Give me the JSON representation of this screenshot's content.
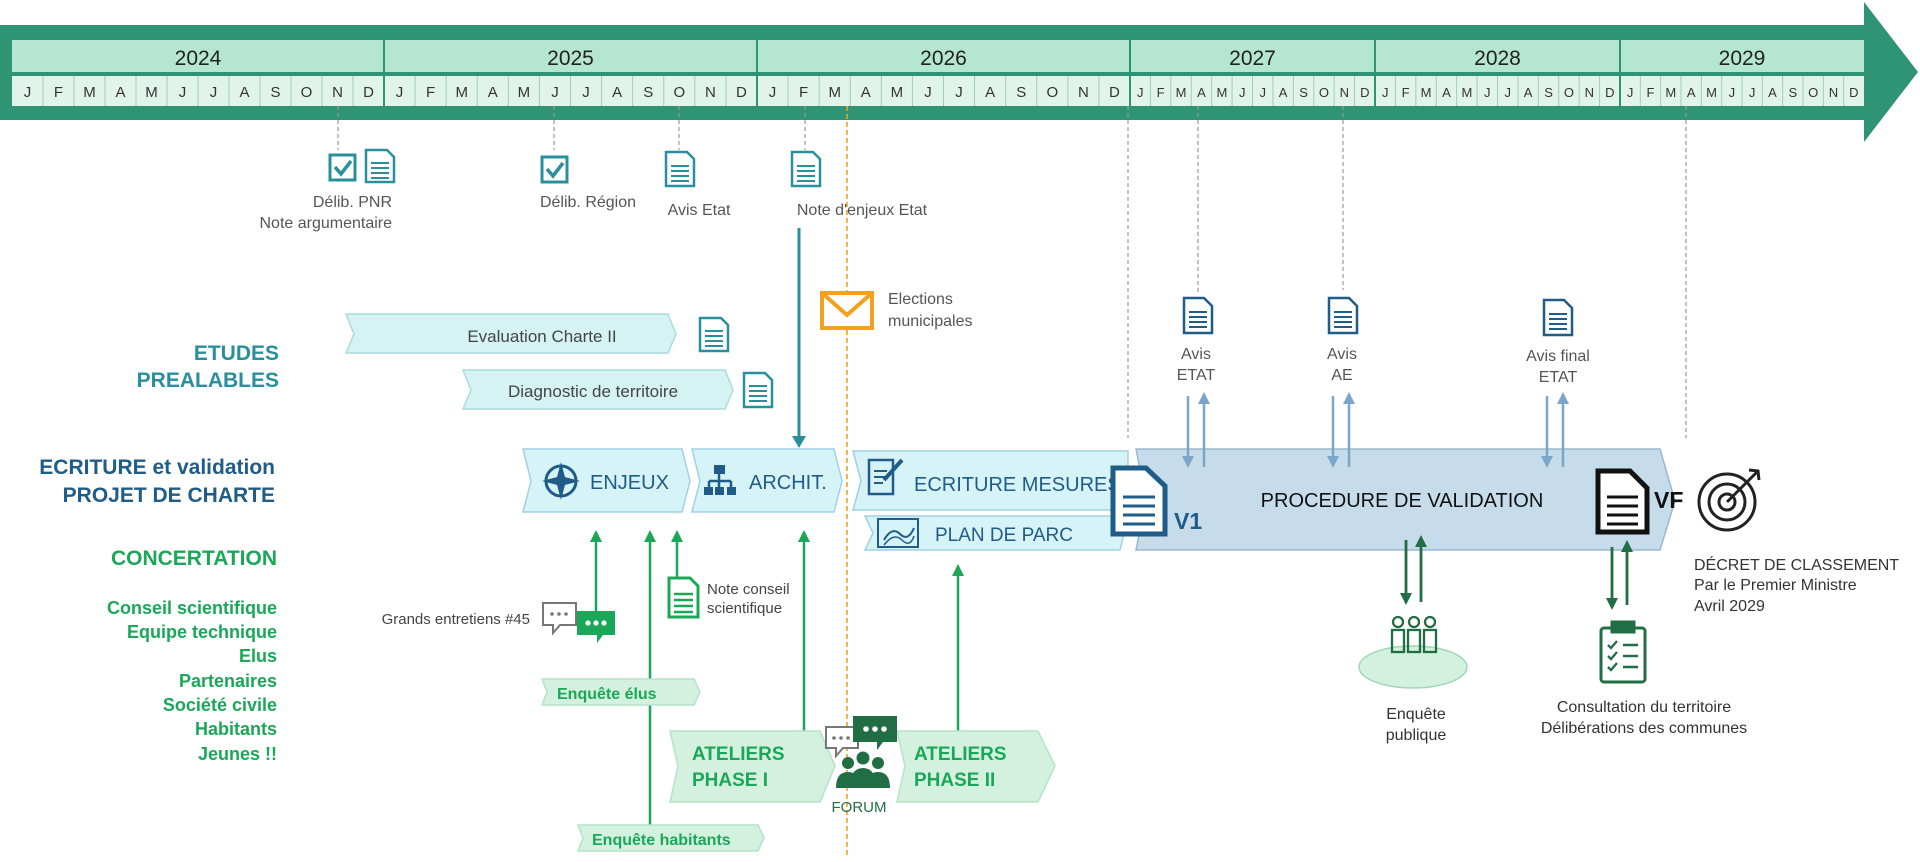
{
  "timeline": {
    "years": [
      "2024",
      "2025",
      "2026",
      "2027",
      "2028",
      "2029"
    ],
    "month_letters": [
      "J",
      "F",
      "M",
      "A",
      "M",
      "J",
      "J",
      "A",
      "S",
      "O",
      "N",
      "D"
    ]
  },
  "milestones": {
    "delib_pnr": "Délib. PNR",
    "note_argumentaire": "Note argumentaire",
    "delib_region": "Délib. Région",
    "avis_etat": "Avis Etat",
    "note_enjeux_etat": "Note d'enjeux Etat",
    "elections_line1": "Elections",
    "elections_line2": "municipales",
    "avis_etat2_line1": "Avis",
    "avis_etat2_line2": "ETAT",
    "avis_ae_line1": "Avis",
    "avis_ae_line2": "AE",
    "avis_final_line1": "Avis final",
    "avis_final_line2": "ETAT"
  },
  "rows": {
    "etudes_line1": "ETUDES",
    "etudes_line2": "PREALABLES",
    "ecriture_line1": "ECRITURE et validation",
    "ecriture_line2": "PROJET DE CHARTE",
    "concertation": "CONCERTATION",
    "stakeholders": [
      "Conseil scientifique",
      "Equipe technique",
      "Elus",
      "Partenaires",
      "Société civile",
      "Habitants",
      "Jeunes !!"
    ]
  },
  "blocks": {
    "evaluation": "Evaluation Charte II",
    "diagnostic": "Diagnostic de territoire",
    "enjeux": "ENJEUX",
    "archit": "ARCHIT.",
    "ecriture_mesures": "ECRITURE MESURES",
    "plan_parc": "PLAN DE PARC",
    "v1": "V1",
    "procedure": "PROCEDURE DE VALIDATION",
    "vf": "VF"
  },
  "decree": {
    "line1": "DÉCRET DE CLASSEMENT",
    "line2": "Par le Premier Ministre",
    "line3": "Avril 2029"
  },
  "concertation_items": {
    "grands_entretiens": "Grands entretiens #45",
    "note_conseil_line1": "Note conseil",
    "note_conseil_line2": "scientifique",
    "enquete_elus": "Enquête élus",
    "enquete_habitants": "Enquête habitants",
    "ateliers1_line1": "ATELIERS",
    "ateliers1_line2": "PHASE I",
    "forum": "FORUM",
    "ateliers2_line1": "ATELIERS",
    "ateliers2_line2": "PHASE II",
    "enquete_publique_line1": "Enquête",
    "enquete_publique_line2": "publique",
    "consultation_line1": "Consultation du territoire",
    "consultation_line2": "Délibérations des communes"
  },
  "colors": {
    "band": "#2e9473",
    "band_light": "#b5e6d1",
    "teal": "#2a8f9c",
    "navy": "#1f5c88",
    "green": "#1aa858",
    "dark_green": "#216e44",
    "orange": "#f2a01e"
  }
}
